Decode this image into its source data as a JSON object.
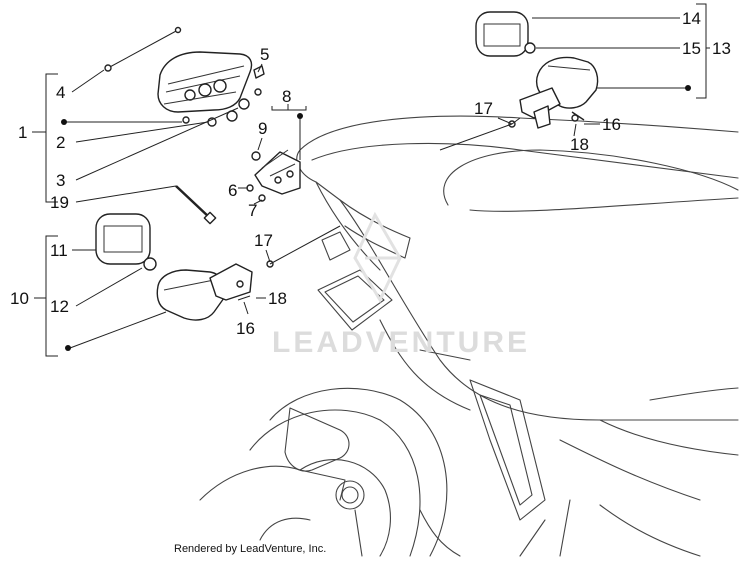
{
  "callouts": {
    "n1": "1",
    "n2": "2",
    "n3": "3",
    "n4": "4",
    "n5": "5",
    "n6": "6",
    "n7": "7",
    "n8": "8",
    "n9": "9",
    "n10": "10",
    "n11": "11",
    "n12": "12",
    "n13": "13",
    "n14": "14",
    "n15": "15",
    "n16a": "16",
    "n16b": "16",
    "n17a": "17",
    "n17b": "17",
    "n18a": "18",
    "n18b": "18",
    "n19": "19"
  },
  "watermark": "LEADVENTURE",
  "credit": "Rendered by LeadVenture, Inc.",
  "colors": {
    "ink": "#111111",
    "watermark": "#dcdcdc",
    "background": "#ffffff"
  }
}
